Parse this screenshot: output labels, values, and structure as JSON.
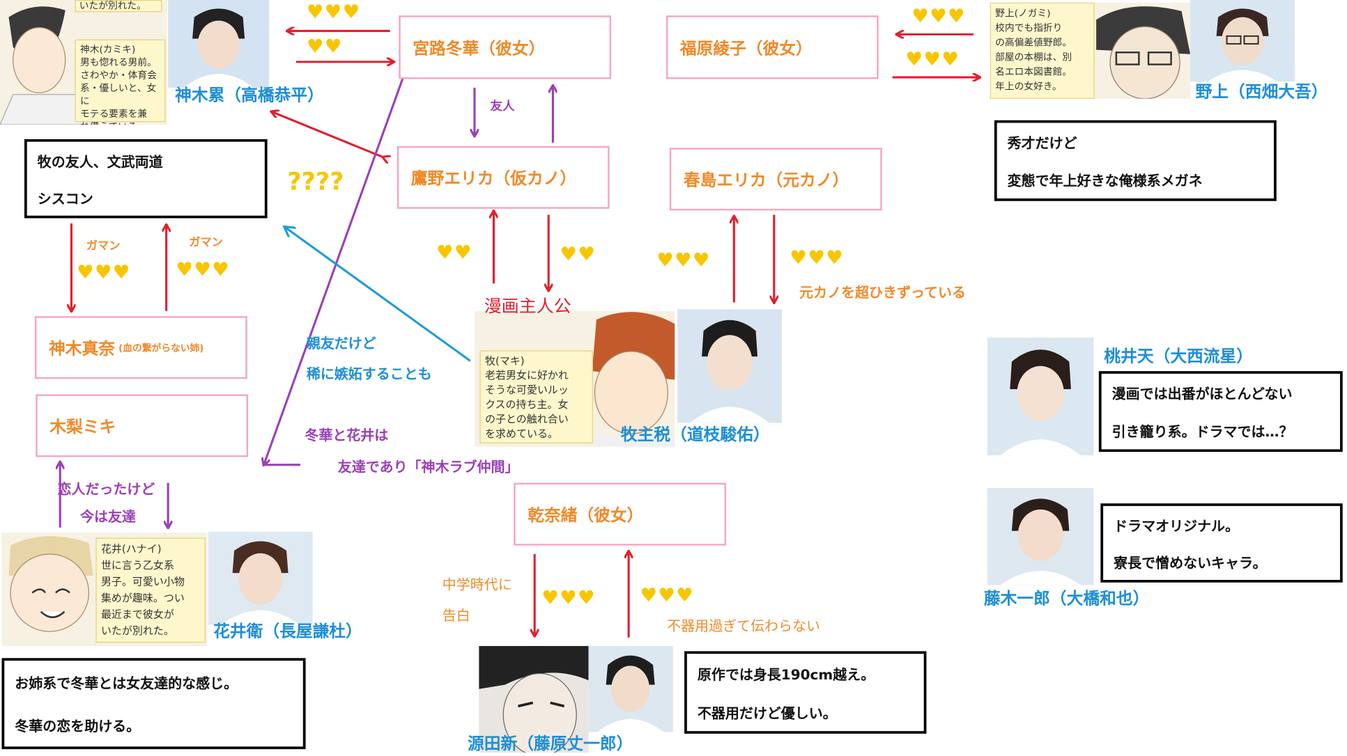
{
  "relations": {
    "toka": "宮路冬華（彼女）",
    "fukuhara": "福原綾子（彼女）",
    "takano": "鷹野エリカ（仮カノ）",
    "harushima": "春島エリカ（元カノ）",
    "mana_name": "神木真奈",
    "mana_note": "(血の繋がらない姉)",
    "miki": "木梨ミキ",
    "inui": "乾奈緒（彼女）"
  },
  "characters": {
    "kamiki": "神木累（高橋恭平）",
    "nogami": "野上（西畑大吾）",
    "maki": "牧主税（道枝駿佑）",
    "hanai": "花井衛（長屋謙杜）",
    "momoi": "桃井天（大西流星）",
    "fujiki": "藤木一郎（大橋和也）",
    "genda": "源田新（藤原丈一郎）"
  },
  "notes": {
    "kamiki": [
      "牧の友人、文武両道",
      "シスコン"
    ],
    "nogami": [
      "秀才だけど",
      "変態で年上好きな俺様系メガネ"
    ],
    "momoi": [
      "漫画では出番がほとんどない",
      "引き籠り系。ドラマでは…？"
    ],
    "fujiki": [
      "ドラマオリジナル。",
      "寮長で憎めないキャラ。"
    ],
    "hanai": [
      "お姉系で冬華とは女友達的な感じ。",
      "冬華の恋を助ける。"
    ],
    "genda": [
      "原作では身長190cm越え。",
      "不器用だけど優しい。"
    ]
  },
  "labels": {
    "friend": "友人",
    "question": "????",
    "gaman1": "ガマン",
    "gaman2": "ガマン",
    "protagonist": "漫画主人公",
    "still_ex": "元カノを超ひきずっている",
    "bestfriend1": "親友だけど",
    "bestfriend2": "稀に嫉妬することも",
    "toka_hanai1": "冬華と花井は",
    "toka_hanai2": "友達であり「神木ラブ仲間」",
    "lovers1": "恋人だったけど",
    "lovers2": "今は友達",
    "middle1": "中学時代に",
    "middle2": "告白",
    "clumsy": "不器用過ぎて伝わらない"
  },
  "hearts": {
    "h1": "♥♥♥",
    "h2": "♥♥",
    "h3": "♥♥♥",
    "h4": "♥♥♥",
    "h5": "♥♥♥",
    "h6": "♥♥♥",
    "h7": "♥♥",
    "h8": "♥♥",
    "h9": "♥♥♥",
    "h10": "♥♥♥",
    "h11": "♥♥♥",
    "h12": "♥♥♥"
  },
  "manga_captions": {
    "kamiki": "神木(カミキ)\n男も惚れる男前。\nさわやか・体育会\n系・優しいと、女に\nモテる要素を兼\nね備えている。",
    "kamiki_top": "いたが別れた。",
    "nogami": "野上(ノガミ)\n校内でも指折り\nの高偏差値野郎。\n部屋の本棚は、別\n名エロ本図書館。\n年上の女好き。",
    "maki": "牧(マキ)\n老若男女に好かれ\nそうな可愛いルッ\nクスの持ち主。女\nの子との触れ合い\nを求めている。",
    "hanai": "花井(ハナイ)\n世に言う乙女系\n男子。可愛い小物\n集めが趣味。つい\n最近まで彼女が\nいたが別れた。"
  },
  "colors": {
    "red_arrow": "#e0202e",
    "purple_arrow": "#9b40b8",
    "blue_arrow": "#1f9bd8",
    "pink_border": "#f4a7c4",
    "orange_text": "#f08a2a",
    "blue_text": "#1f8fd6",
    "heart": "#f7c600"
  }
}
